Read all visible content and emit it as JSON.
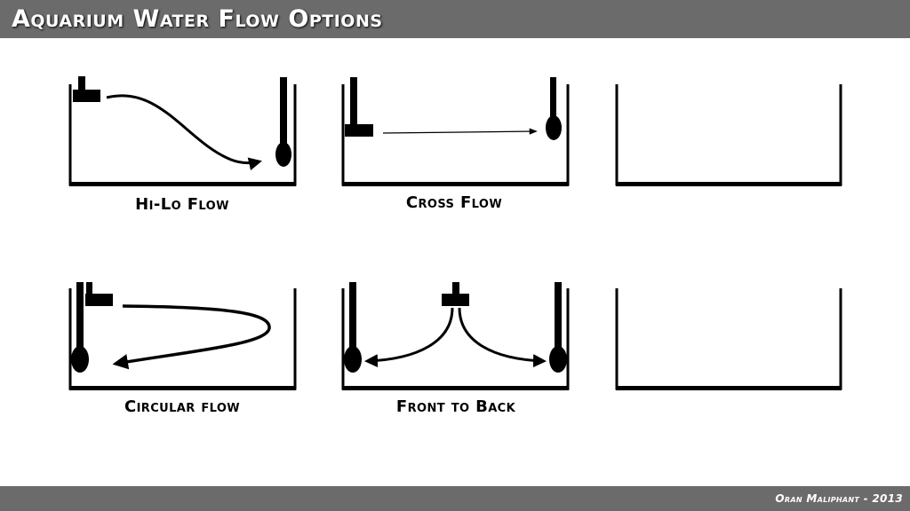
{
  "header": {
    "title": "Aquarium Water Flow Options"
  },
  "footer": {
    "credit": "Oran Maliphant - 2013"
  },
  "diagrams": [
    {
      "id": "hi-lo",
      "caption": "Hi-Lo Flow"
    },
    {
      "id": "cross",
      "caption": "Cross Flow"
    },
    {
      "id": "empty-top",
      "caption": ""
    },
    {
      "id": "circular",
      "caption": "Circular flow"
    },
    {
      "id": "front-to-back",
      "caption": "Front to Back"
    },
    {
      "id": "empty-bottom",
      "caption": ""
    }
  ],
  "colors": {
    "bars": "#6b6b6b",
    "ink": "#000000",
    "background": "#ffffff"
  }
}
